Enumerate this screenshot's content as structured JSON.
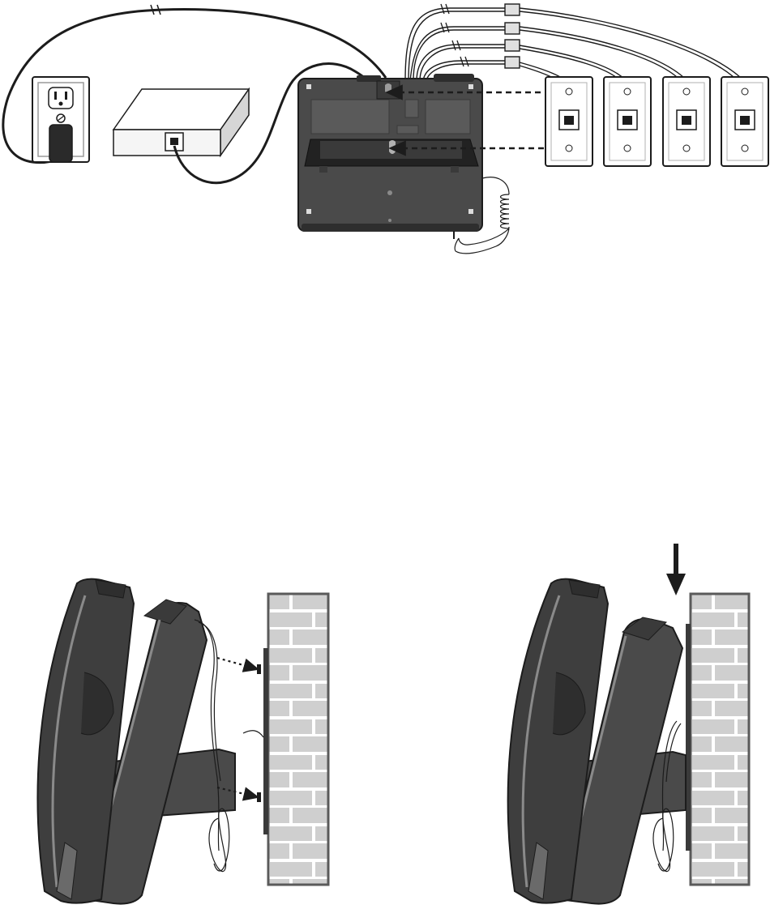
{
  "figure": {
    "panels": [
      {
        "id": "connection",
        "icons": [
          "power-outlet",
          "adapter",
          "router",
          "phone-base-back",
          "telephone-wall-jack",
          "coiled-cord"
        ]
      },
      {
        "id": "mount-step-1",
        "icons": [
          "desk-phone-side",
          "dashed-arrow",
          "brick-wall"
        ]
      },
      {
        "id": "mount-step-2",
        "icons": [
          "desk-phone-side",
          "down-arrow",
          "brick-wall"
        ]
      }
    ],
    "wall_jack_count": 4,
    "line_cord_count": 4,
    "colors": {
      "ink": "#1c1c1c",
      "phone_body": "#4a4a4a",
      "phone_dark": "#2e2e2e",
      "phone_highlight": "#8a8a8a",
      "brick_fill": "#cfcfcf",
      "mortar": "#ffffff",
      "plate_fill": "#ffffff",
      "router_fill": "#f5f5f5"
    }
  }
}
